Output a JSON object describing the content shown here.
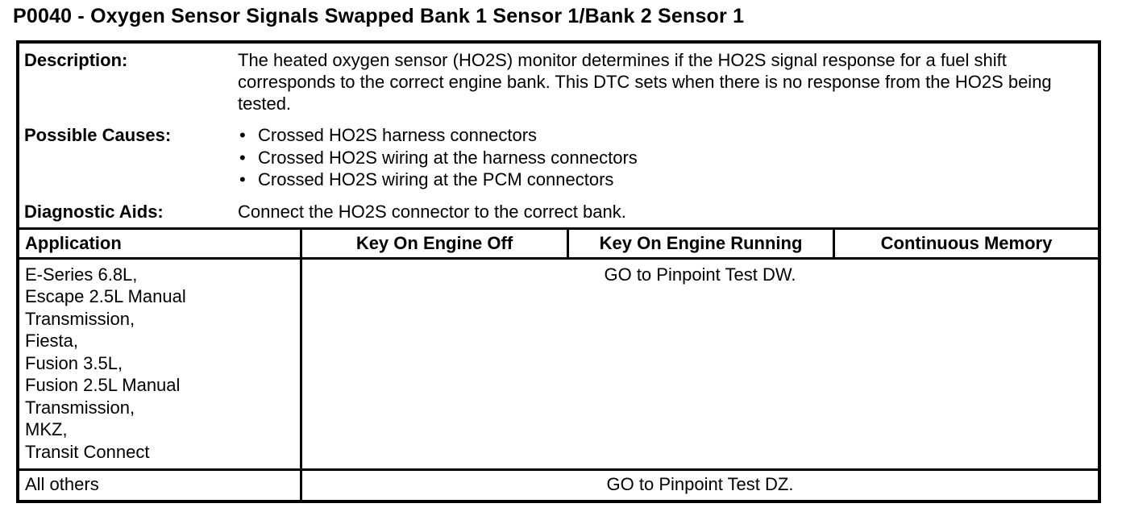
{
  "page_title": "P0040 - Oxygen Sensor Signals Swapped Bank 1 Sensor 1/Bank 2 Sensor 1",
  "info": {
    "description_label": "Description:",
    "description_text": "The heated oxygen sensor (HO2S) monitor determines if the HO2S signal response for a fuel shift corresponds to the correct engine bank. This DTC sets when there is no response from the HO2S being tested.",
    "possible_causes_label": "Possible Causes:",
    "possible_causes": [
      "Crossed HO2S harness connectors",
      "Crossed HO2S wiring at the harness connectors",
      "Crossed HO2S wiring at the PCM connectors"
    ],
    "diagnostic_aids_label": "Diagnostic Aids:",
    "diagnostic_aids_text": "Connect the HO2S connector to the correct bank."
  },
  "table": {
    "headers": [
      "Application",
      "Key On Engine Off",
      "Key On Engine Running",
      "Continuous Memory"
    ],
    "rows": [
      {
        "application": [
          "E-Series 6.8L,",
          "Escape 2.5L Manual Transmission,",
          "Fiesta,",
          "Fusion 3.5L,",
          "Fusion 2.5L Manual Transmission,",
          "MKZ,",
          "Transit Connect"
        ],
        "action": "GO to Pinpoint Test DW."
      },
      {
        "application": [
          "All others"
        ],
        "action": "GO to Pinpoint Test DZ."
      }
    ]
  }
}
